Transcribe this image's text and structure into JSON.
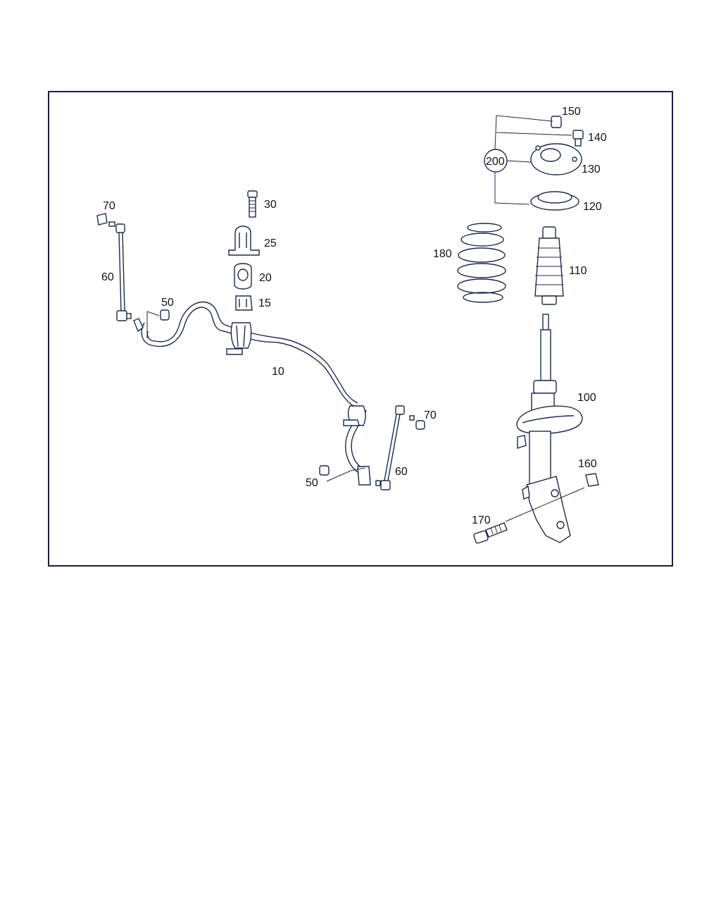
{
  "diagram": {
    "frame_color": "#1e1e3c",
    "line_color": "#1f2a4a",
    "part_labels": {
      "p10": "10",
      "p15": "15",
      "p20": "20",
      "p25": "25",
      "p30": "30",
      "p50_left": "50",
      "p50_right": "50",
      "p60_left": "60",
      "p60_right": "60",
      "p70_left": "70",
      "p70_right": "70",
      "p100": "100",
      "p110": "110",
      "p120": "120",
      "p130": "130",
      "p140": "140",
      "p150": "150",
      "p160": "160",
      "p170": "170",
      "p180": "180",
      "p200": "200"
    }
  }
}
